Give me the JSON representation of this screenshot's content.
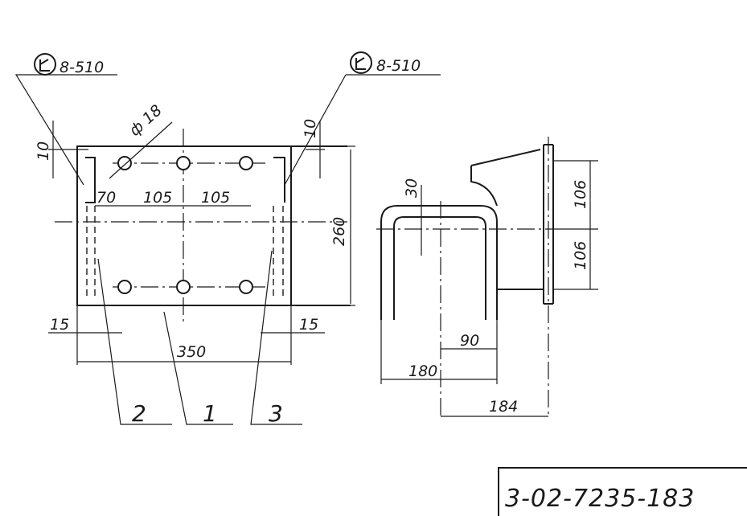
{
  "weld_notes": {
    "left": "8-510",
    "right": "8-510"
  },
  "hole_diameter": "ф 18",
  "dimensions": {
    "top_10_left": "10",
    "top_10_right": "10",
    "d70": "70",
    "d105a": "105",
    "d105b": "105",
    "d260": "260",
    "d15_left": "15",
    "d15_right": "15",
    "d350": "350",
    "d30": "30",
    "d106_top": "106",
    "d106_bottom": "106",
    "d90": "90",
    "d180": "180",
    "d184": "184"
  },
  "part_labels": {
    "p2": "2",
    "p1": "1",
    "p3": "3"
  },
  "drawing_number": "3-02-7235-183"
}
